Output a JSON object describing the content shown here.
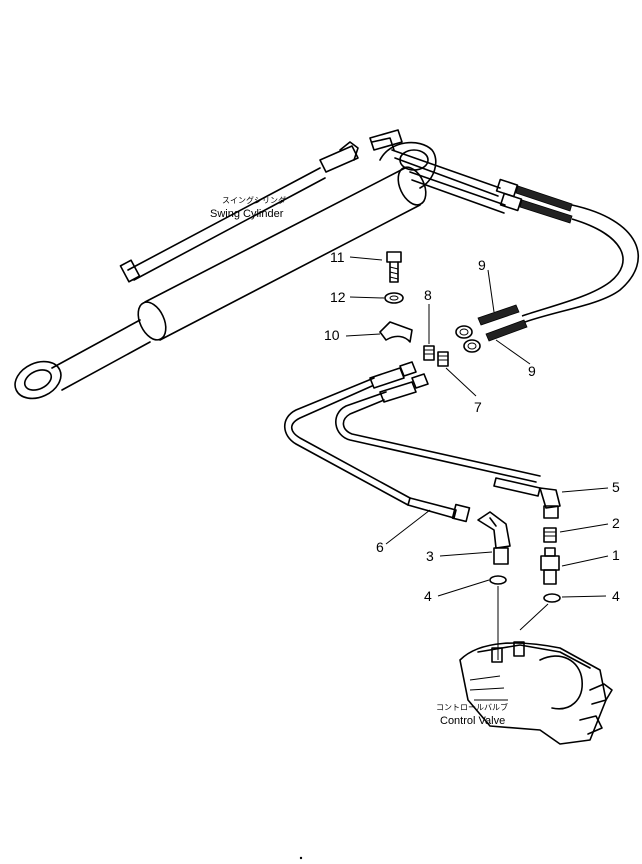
{
  "labels": {
    "swing_cylinder_jp": "スイングシリンダ",
    "swing_cylinder_en": "Swing Cylinder",
    "control_valve_jp": "コントロールバルブ",
    "control_valve_en": "Control Valve"
  },
  "callouts": {
    "c1": "1",
    "c2": "2",
    "c3": "3",
    "c4a": "4",
    "c4b": "4",
    "c5": "5",
    "c6": "6",
    "c7": "7",
    "c8": "8",
    "c9a": "9",
    "c9b": "9",
    "c10": "10",
    "c11": "11",
    "c12": "12"
  }
}
